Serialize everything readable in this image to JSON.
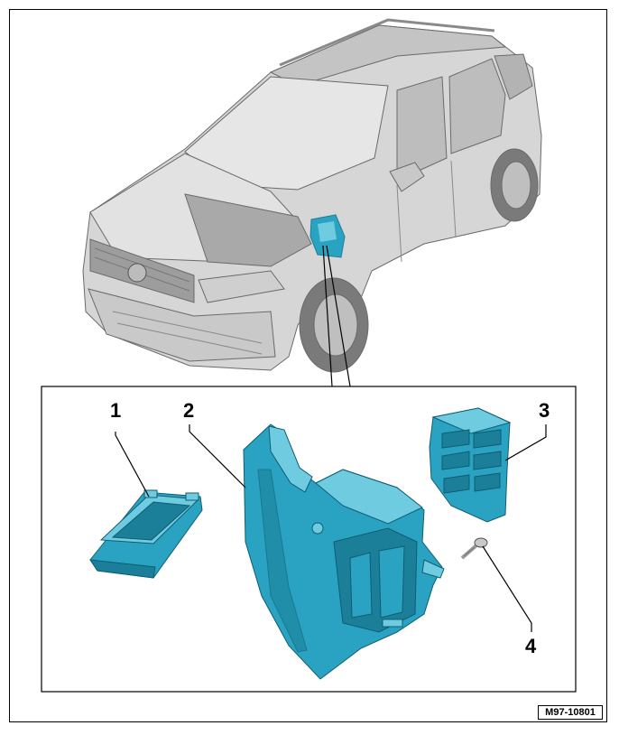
{
  "callouts": {
    "c1": "1",
    "c2": "2",
    "c3": "3",
    "c4": "4"
  },
  "reference_code": "M97-10801",
  "colors": {
    "component": "#2aa3c2",
    "component_dark": "#1b7f9a",
    "component_light": "#6fcbe0",
    "vehicle": "#d9d9d9",
    "outline": "#000000"
  }
}
